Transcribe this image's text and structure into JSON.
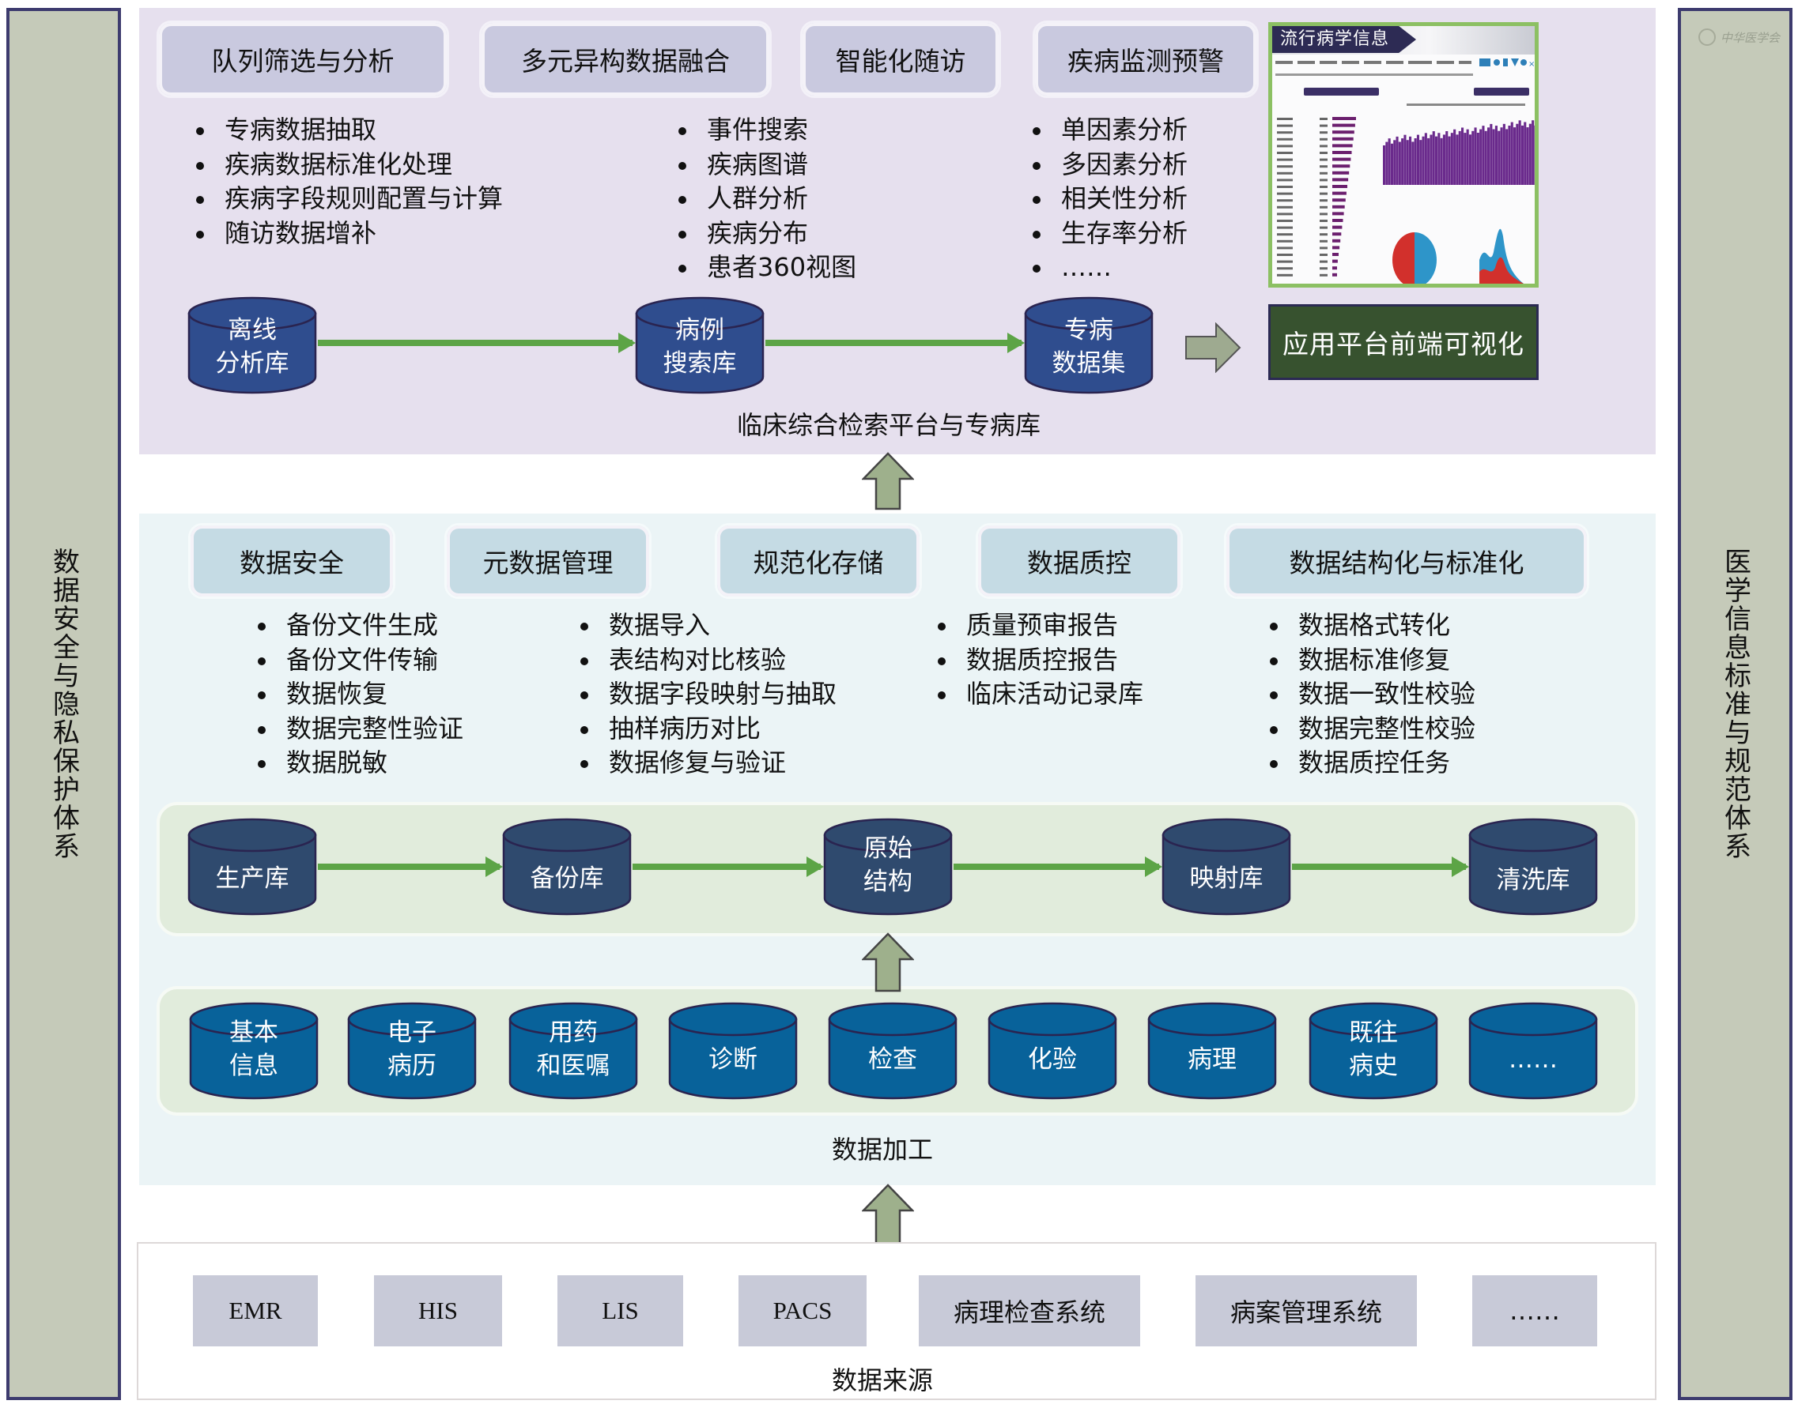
{
  "side_bars": {
    "left": "数据安全与隐私保护体系",
    "right": "医学信息标准与规范体系",
    "watermark": "中华医学会"
  },
  "top_layer": {
    "label": "临床综合检索平台与专病库",
    "capabilities": [
      {
        "title": "队列筛选与分析",
        "items": [
          "专病数据抽取",
          "疾病数据标准化处理",
          "疾病字段规则配置与计算",
          "随访数据增补"
        ]
      },
      {
        "title": "多元异构数据融合",
        "items": [
          "事件搜索",
          "疾病图谱",
          "人群分析",
          "疾病分布",
          "患者360视图"
        ]
      },
      {
        "title": "智能化随访",
        "items": []
      },
      {
        "title": "疾病监测预警",
        "items": [
          "单因素分析",
          "多因素分析",
          "相关性分析",
          "生存率分析",
          "……"
        ]
      }
    ],
    "databases": [
      {
        "line1": "离线",
        "line2": "分析库"
      },
      {
        "line1": "病例",
        "line2": "搜索库"
      },
      {
        "line1": "专病",
        "line2": "数据集"
      }
    ],
    "visualization": {
      "screenshot_title": "流行病学信息",
      "button_label": "应用平台前端可视化"
    }
  },
  "middle_layer": {
    "label": "数据加工",
    "capabilities": [
      {
        "title": "数据安全",
        "items": [
          "备份文件生成",
          "备份文件传输",
          "数据恢复",
          "数据完整性验证",
          "数据脱敏"
        ]
      },
      {
        "title": "元数据管理",
        "items": []
      },
      {
        "title": "规范化存储",
        "items": [
          "数据导入",
          "表结构对比核验",
          "数据字段映射与抽取",
          "抽样病历对比",
          "数据修复与验证"
        ]
      },
      {
        "title": "数据质控",
        "items": [
          "质量预审报告",
          "数据质控报告",
          "临床活动记录库"
        ]
      },
      {
        "title": "数据结构化与标准化",
        "items": [
          "数据格式转化",
          "数据标准修复",
          "数据一致性校验",
          "数据完整性校验",
          "数据质控任务"
        ]
      }
    ],
    "pipeline": [
      {
        "line1": "生产库",
        "line2": ""
      },
      {
        "line1": "备份库",
        "line2": ""
      },
      {
        "line1": "原始",
        "line2": "结构"
      },
      {
        "line1": "映射库",
        "line2": ""
      },
      {
        "line1": "清洗库",
        "line2": ""
      }
    ],
    "sources_db": [
      {
        "line1": "基本",
        "line2": "信息"
      },
      {
        "line1": "电子",
        "line2": "病历"
      },
      {
        "line1": "用药",
        "line2": "和医嘱"
      },
      {
        "line1": "诊断",
        "line2": ""
      },
      {
        "line1": "检查",
        "line2": ""
      },
      {
        "line1": "化验",
        "line2": ""
      },
      {
        "line1": "病理",
        "line2": ""
      },
      {
        "line1": "既往",
        "line2": "病史"
      },
      {
        "line1": "……",
        "line2": ""
      }
    ]
  },
  "bottom_layer": {
    "label": "数据来源",
    "systems": [
      "EMR",
      "HIS",
      "LIS",
      "PACS",
      "病理检查系统",
      "病案管理系统",
      "……"
    ]
  },
  "colors": {
    "cylinder_top_layer": "#2f4d8e",
    "cylinder_pipeline": "#2f4a6e",
    "cylinder_sources": "#08629a",
    "flow_arrow": "#5ca446",
    "up_arrow": "#9eb08c",
    "viz_button": "#37522f"
  }
}
